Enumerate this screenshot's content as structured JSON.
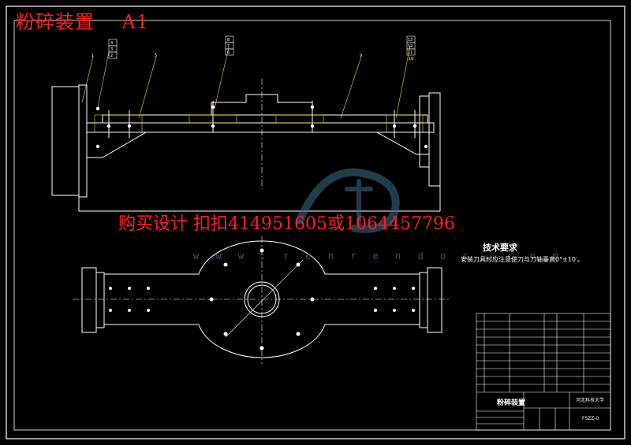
{
  "drawing": {
    "title": "粉碎装置",
    "sheet_size": "A1",
    "overlay_text": "购买设计 扣扣414951605或1064457796",
    "watermark_url": "w w w . r e n r e n d o c . c o m",
    "tech_title": "技术要求",
    "tech_text": "安装刀具时应注意使刀与刀轴垂直0°±10′。",
    "title_block_name": "粉碎装置",
    "title_block_school": "河北科技大学",
    "drawing_code": "FSZZ-0"
  },
  "colors": {
    "lines": "#ffffff",
    "red_text": "#ff2020",
    "yellow_leaders": "#ffd700",
    "cyan": "#00e5ff",
    "watermark": "#3c6f8c"
  },
  "callouts": [
    "1",
    "2",
    "3",
    "4",
    "5",
    "6",
    "7",
    "8",
    "9",
    "10",
    "11",
    "12",
    "13"
  ]
}
